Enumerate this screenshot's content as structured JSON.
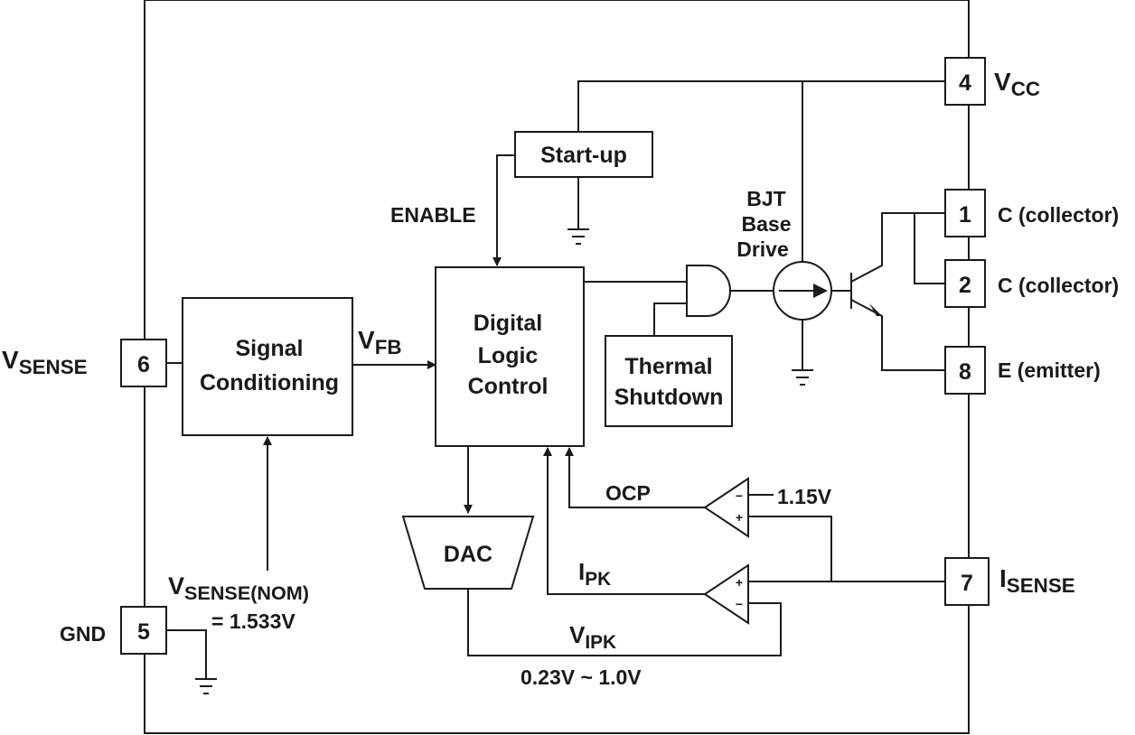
{
  "pins": {
    "vcc": {
      "number": "4",
      "label_main": "V",
      "label_sub": "CC"
    },
    "c1": {
      "number": "1",
      "label": "C (collector)"
    },
    "c2": {
      "number": "2",
      "label": "C (collector)"
    },
    "e": {
      "number": "8",
      "label": "E (emitter)"
    },
    "isense": {
      "number": "7",
      "label_main": "I",
      "label_sub": "SENSE"
    },
    "vsense": {
      "number": "6",
      "label_main": "V",
      "label_sub": "SENSE"
    },
    "gnd": {
      "number": "5",
      "label": "GND"
    }
  },
  "blocks": {
    "startup": "Start-up",
    "signal_conditioning": [
      "Signal",
      "Conditioning"
    ],
    "digital_logic": [
      "Digital",
      "Logic",
      "Control"
    ],
    "thermal": [
      "Thermal",
      "Shutdown"
    ],
    "dac": "DAC",
    "bjt_drive": [
      "BJT",
      "Base",
      "Drive"
    ]
  },
  "signals": {
    "enable": "ENABLE",
    "vfb_main": "V",
    "vfb_sub": "FB",
    "ocp": "OCP",
    "ocp_ref": "1.15V",
    "ipk_main": "I",
    "ipk_sub": "PK",
    "vipk_main": "V",
    "vipk_sub": "IPK",
    "vipk_range": "0.23V ~ 1.0V",
    "vsense_nom_main": "V",
    "vsense_nom_sub": "SENSE(NOM)",
    "vsense_nom_value": "= 1.533V"
  },
  "comparator_signs": {
    "minus": "−",
    "plus": "+"
  }
}
